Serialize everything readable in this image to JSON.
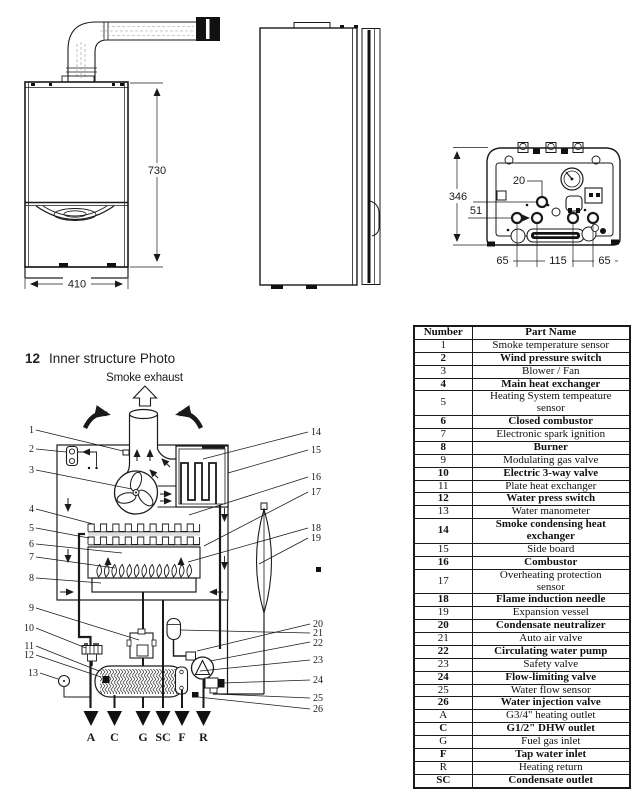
{
  "colors": {
    "ink": "#1a1a1a",
    "paper": "#ffffff"
  },
  "heading": {
    "number": "12",
    "title": "Inner structure Photo"
  },
  "dimensions": {
    "front_height": "730",
    "front_width": "410",
    "rear_height": "346",
    "rear_offset": "51",
    "rear_port": "20",
    "rear_bottom": [
      "65",
      "115",
      "65"
    ]
  },
  "diagram": {
    "smoke_label": "Smoke exhaust",
    "callouts_left": [
      "1",
      "2",
      "3",
      "4",
      "5",
      "6",
      "7",
      "8",
      "9",
      "10",
      "11",
      "12",
      "13"
    ],
    "callouts_right_top": [
      "14",
      "15",
      "16",
      "17",
      "18",
      "19"
    ],
    "callouts_right_bottom": [
      "20",
      "21",
      "22",
      "23",
      "24",
      "25",
      "26"
    ],
    "outlets": [
      "A",
      "C",
      "G",
      "SC",
      "F",
      "R"
    ]
  },
  "table": {
    "headers": [
      "Number",
      "Part Name"
    ],
    "rows": [
      {
        "num": "1",
        "name": "Smoke temperature sensor",
        "bold": false
      },
      {
        "num": "2",
        "name": "Wind pressure switch",
        "bold": true
      },
      {
        "num": "3",
        "name": "Blower / Fan",
        "bold": false
      },
      {
        "num": "4",
        "name": "Main heat exchanger",
        "bold": true
      },
      {
        "num": "5",
        "name": "Heating System tempeature\nsensor",
        "bold": false
      },
      {
        "num": "6",
        "name": "Closed combustor",
        "bold": true
      },
      {
        "num": "7",
        "name": "Electronic spark ignition",
        "bold": false
      },
      {
        "num": "8",
        "name": "Burner",
        "bold": true
      },
      {
        "num": "9",
        "name": "Modulating gas valve",
        "bold": false
      },
      {
        "num": "10",
        "name": "Electric 3-way valve",
        "bold": true
      },
      {
        "num": "11",
        "name": "Plate heat exchanger",
        "bold": false
      },
      {
        "num": "12",
        "name": "Water press switch",
        "bold": true
      },
      {
        "num": "13",
        "name": "Water manometer",
        "bold": false
      },
      {
        "num": "14",
        "name": "Smoke condensing heat\nexchanger",
        "bold": true
      },
      {
        "num": "15",
        "name": "Side board",
        "bold": false
      },
      {
        "num": "16",
        "name": "Combustor",
        "bold": true
      },
      {
        "num": "17",
        "name": "Overheating protection\nsensor",
        "bold": false
      },
      {
        "num": "18",
        "name": "Flame induction needle",
        "bold": true
      },
      {
        "num": "19",
        "name": "Expansion vessel",
        "bold": false
      },
      {
        "num": "20",
        "name": "Condensate neutralizer",
        "bold": true
      },
      {
        "num": "21",
        "name": "Auto air valve",
        "bold": false
      },
      {
        "num": "22",
        "name": "Circulating water pump",
        "bold": true
      },
      {
        "num": "23",
        "name": "Safety valve",
        "bold": false
      },
      {
        "num": "24",
        "name": "Flow-limiting valve",
        "bold": true
      },
      {
        "num": "25",
        "name": "Water flow sensor",
        "bold": false
      },
      {
        "num": "26",
        "name": "Water injection valve",
        "bold": true
      },
      {
        "num": "A",
        "name": "G3/4\" heating outlet",
        "bold": false
      },
      {
        "num": "C",
        "name": "G1/2\" DHW outlet",
        "bold": true
      },
      {
        "num": "G",
        "name": "Fuel gas inlet",
        "bold": false
      },
      {
        "num": "F",
        "name": "Tap water inlet",
        "bold": true
      },
      {
        "num": "R",
        "name": "Heating return",
        "bold": false
      },
      {
        "num": "SC",
        "name": "Condensate outlet",
        "bold": true
      }
    ]
  }
}
